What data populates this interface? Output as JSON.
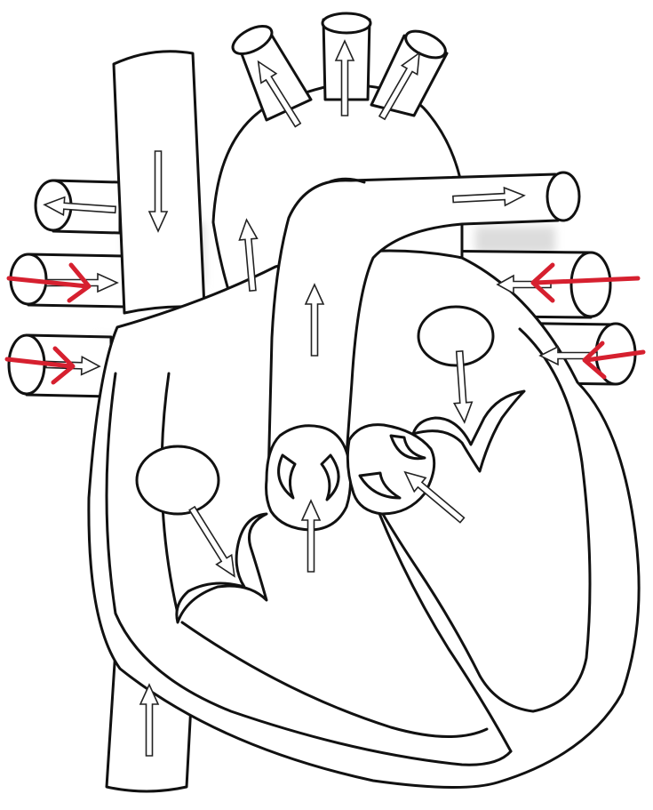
{
  "colors": {
    "outline": "#111111",
    "fill": "#ffffff",
    "shadow": "#d9d9d9",
    "highlight_arrow": "#d6202f"
  },
  "icons": {
    "flow_arrow": "hollow-arrow-icon",
    "highlight_arrow": "red-arrow-icon"
  },
  "highlighted_vessels": [
    "upper-left-vessel",
    "lower-left-vessel",
    "upper-right-vessel",
    "lower-right-vessel"
  ]
}
